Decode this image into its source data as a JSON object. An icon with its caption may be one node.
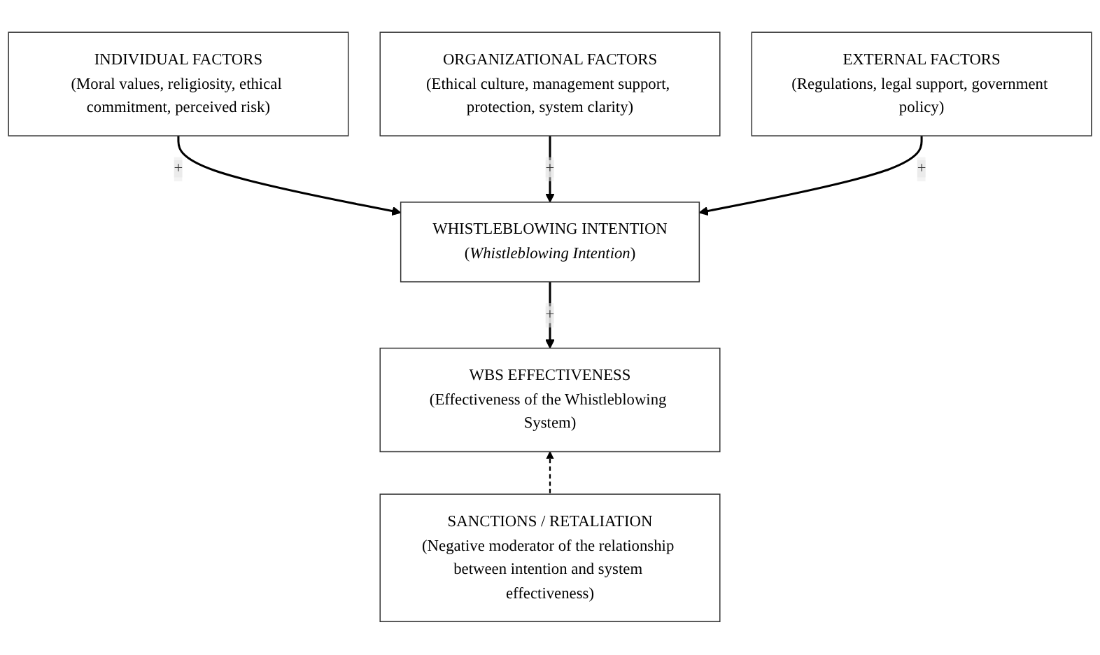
{
  "diagram": {
    "nodes": [
      {
        "text": [
          "INDIVIDUAL FACTORS",
          "(Moral values, religiosity, ethical commitment, perceived risk)"
        ]
      },
      {
        "text": [
          "ORGANIZATIONAL FACTORS",
          "(Ethical culture, management support, protection, system clarity)"
        ]
      },
      {
        "text": [
          "EXTERNAL FACTORS",
          "(Regulations, legal support, government policy)"
        ]
      },
      {
        "text": [
          "WHISTLEBLOWING INTENTION",
          "(*Whistleblowing Intention*)"
        ]
      },
      {
        "text": [
          "WBS EFFECTIVENESS",
          "(Effectiveness of the Whistleblowing System)"
        ]
      },
      {
        "text": [
          "SANCTIONS / RETALIATION",
          "(Negative moderator of the relationship between intention and system effectiveness)"
        ]
      }
    ],
    "edges": [
      {
        "from": 0,
        "to": 3,
        "arrow": "to",
        "label": "+"
      },
      {
        "from": 1,
        "to": 3,
        "arrow": "to",
        "label": "+"
      },
      {
        "from": 2,
        "to": 3,
        "arrow": "to",
        "label": "+"
      },
      {
        "from": 3,
        "to": 4,
        "arrow": "to",
        "label": "+"
      },
      {
        "from": 5,
        "to": 4,
        "arrow": "to",
        "style": "dashed"
      }
    ]
  }
}
